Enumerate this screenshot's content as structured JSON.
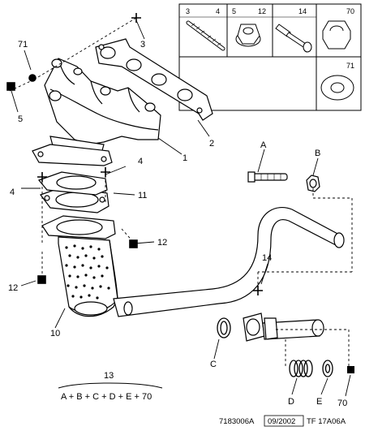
{
  "callouts": {
    "c1": "1",
    "c2": "2",
    "c3": "3",
    "c4a": "4",
    "c4b": "4",
    "c5": "5",
    "c10": "10",
    "c11": "11",
    "c12a": "12",
    "c12b": "12",
    "c14": "14",
    "c70": "70",
    "c71": "71",
    "cA": "A",
    "cB": "B",
    "cC": "C",
    "cD": "D",
    "cE": "E"
  },
  "parts_box": {
    "p3": "3",
    "p4": "4",
    "p5": "5",
    "p12": "12",
    "p14": "14",
    "p70": "70",
    "p71": "71"
  },
  "kit": {
    "number": "13",
    "formula": "A + B + C + D + E + 70"
  },
  "footer": {
    "ref": "7183006A",
    "date": "09/2002",
    "code": "TF 17A06A"
  }
}
